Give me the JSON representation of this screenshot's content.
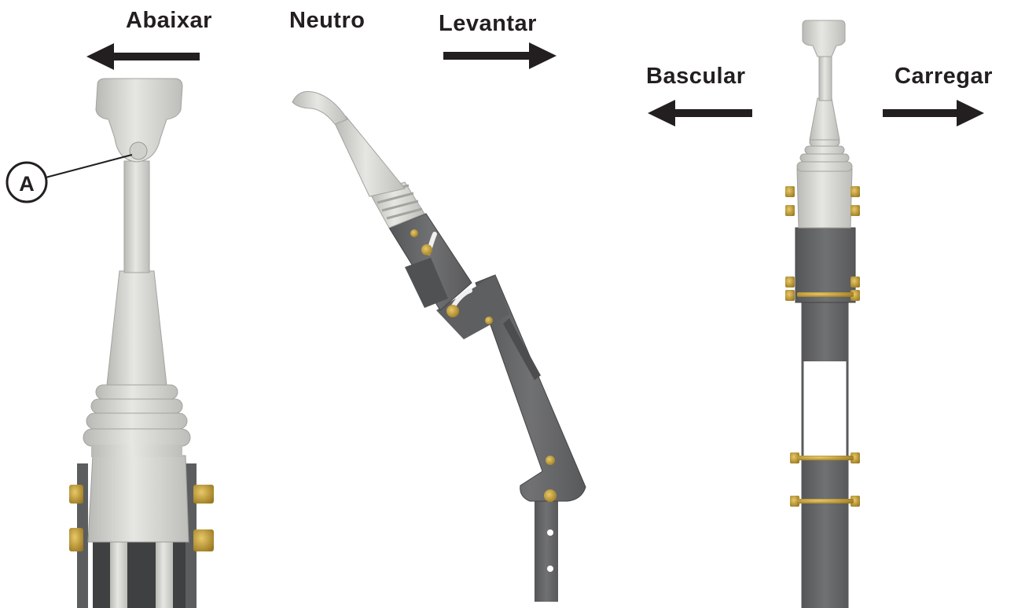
{
  "labels": {
    "lower": "Abaixar",
    "neutral": "Neutro",
    "raise": "Levantar",
    "tilt": "Bascular",
    "load": "Carregar",
    "callout_a": "A"
  },
  "colors": {
    "text": "#231f20",
    "arrow": "#231f20",
    "handle": "#dcdcd8",
    "handle_shadow": "#b8b8b4",
    "bracket": "#6d6e70",
    "bracket_dark": "#4e4f51",
    "bolt": "#c9a13b",
    "bolt_dark": "#8a6a1e"
  }
}
